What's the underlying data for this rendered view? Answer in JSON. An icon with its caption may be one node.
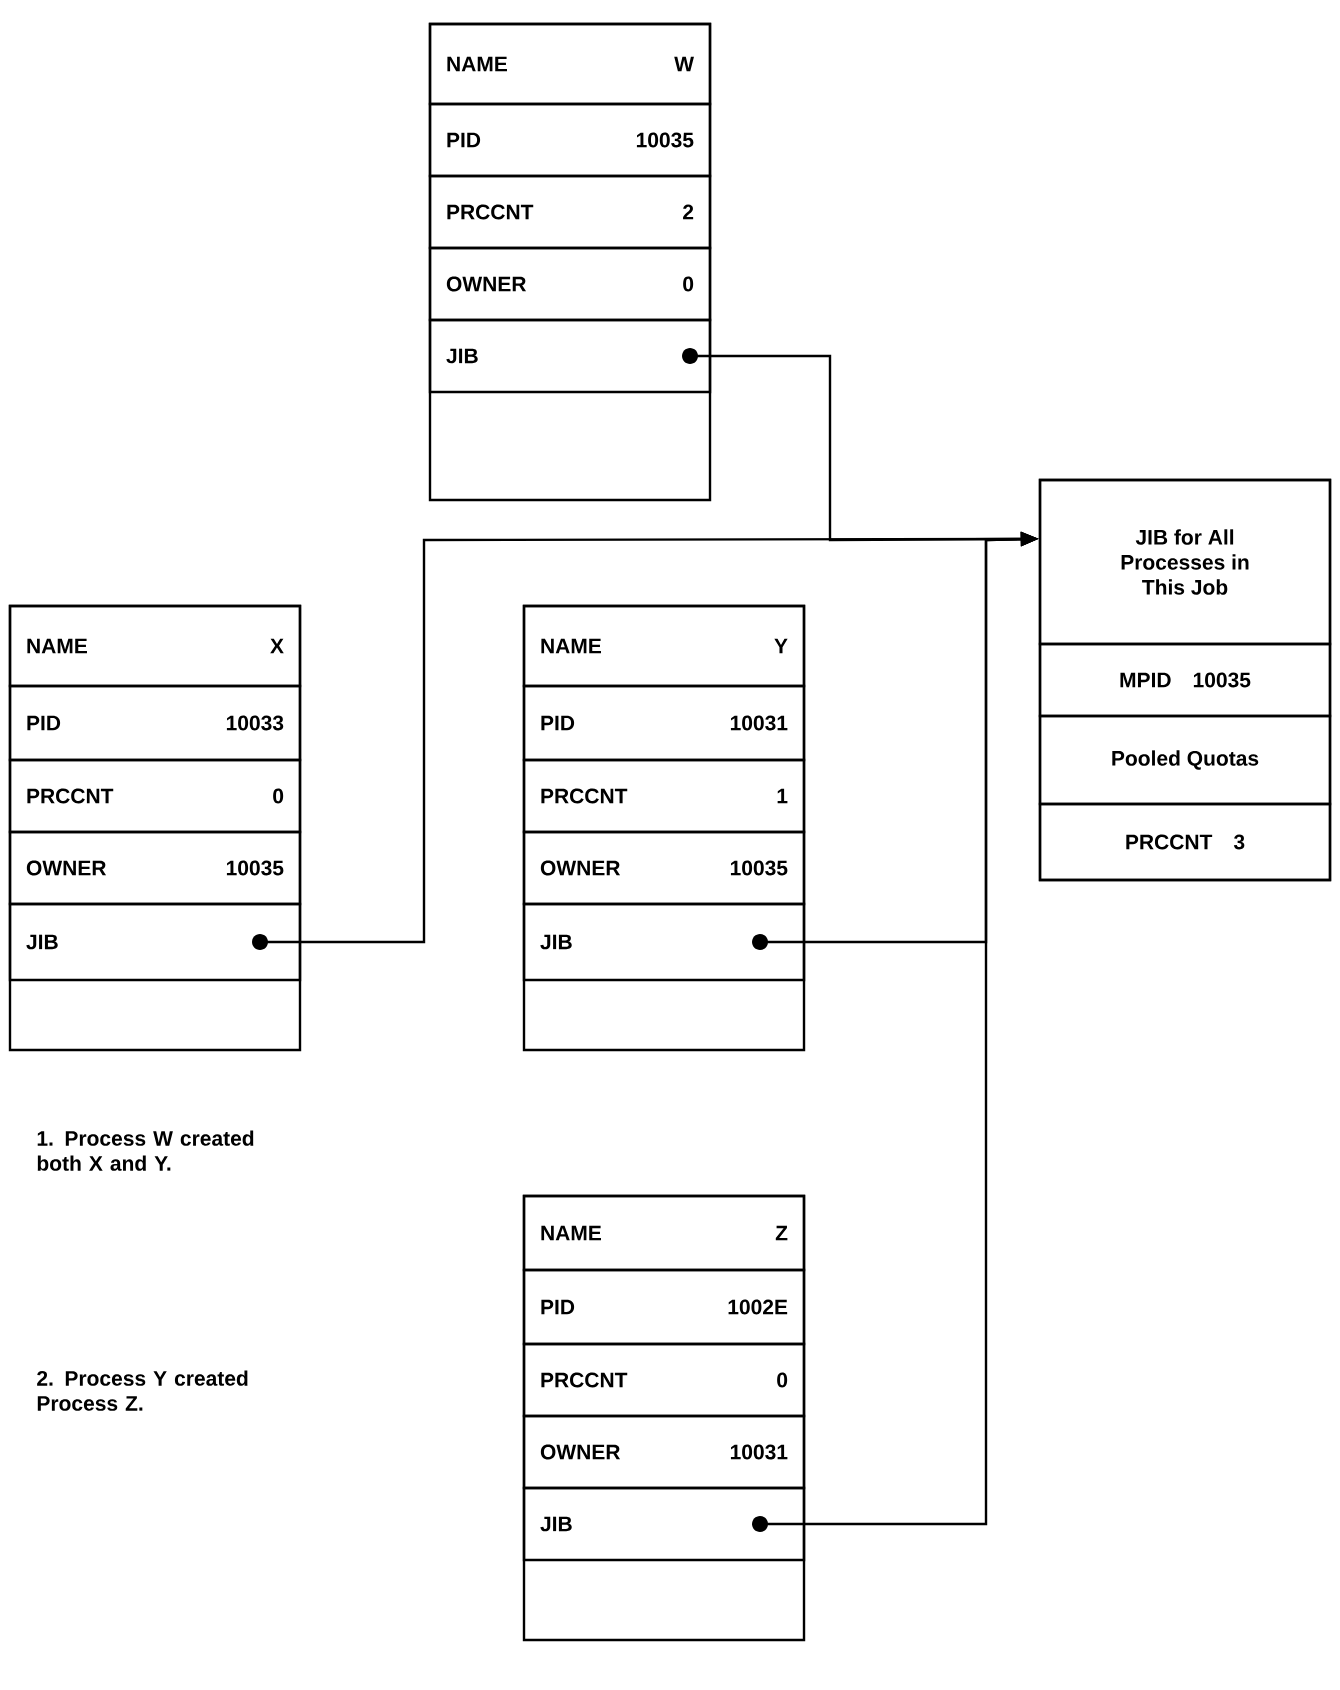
{
  "diagram": {
    "nodes": [
      {
        "text": [],
        "shape": "box"
      },
      {
        "text": [
          "NAME",
          "W"
        ],
        "in": 0
      },
      {
        "text": [
          "PID",
          "10035"
        ],
        "in": 0
      },
      {
        "text": [
          "PRCCNT",
          "2"
        ],
        "in": 0
      },
      {
        "text": [
          "OWNER",
          "0"
        ],
        "in": 0
      },
      {
        "text": [
          "JIB"
        ],
        "in": 0
      },
      {
        "text": [],
        "shape": "box"
      },
      {
        "text": [
          "JIB for All Processes in This Job"
        ],
        "in": 6
      },
      {
        "text": [
          "MPID",
          "10035"
        ],
        "in": 6
      },
      {
        "text": [
          "Pooled Quotas"
        ],
        "in": 6
      },
      {
        "text": [
          "PRCCNT",
          "3"
        ],
        "in": 6
      },
      {
        "text": [],
        "shape": "box"
      },
      {
        "text": [
          "NAME",
          "X"
        ],
        "in": 11
      },
      {
        "text": [
          "PID",
          "10033"
        ],
        "in": 11
      },
      {
        "text": [
          "PRCCNT",
          "0"
        ],
        "in": 11
      },
      {
        "text": [
          "OWNER",
          "10035"
        ],
        "in": 11
      },
      {
        "text": [
          "JIB"
        ],
        "in": 11
      },
      {
        "text": [],
        "shape": "box"
      },
      {
        "text": [
          "NAME",
          "Y"
        ],
        "in": 17
      },
      {
        "text": [
          "PID",
          "10031"
        ],
        "in": 17
      },
      {
        "text": [
          "PRCCNT",
          "1"
        ],
        "in": 17
      },
      {
        "text": [
          "OWNER",
          "10035"
        ],
        "in": 17
      },
      {
        "text": [
          "JIB"
        ],
        "in": 17
      },
      {
        "text": [],
        "shape": "box"
      },
      {
        "text": [
          "NAME",
          "Z"
        ],
        "in": 23
      },
      {
        "text": [
          "PID",
          "1002E"
        ],
        "in": 23
      },
      {
        "text": [
          "PRCCNT",
          "0"
        ],
        "in": 23
      },
      {
        "text": [
          "OWNER",
          "10031"
        ],
        "in": 23
      },
      {
        "text": [
          "JIB"
        ],
        "in": 23
      }
    ],
    "edges": [
      {
        "from": 5,
        "to": 6,
        "arrow": "to"
      },
      {
        "from": 16,
        "to": 6,
        "arrow": "to"
      },
      {
        "from": 22,
        "to": 6,
        "arrow": "to"
      },
      {
        "from": 28,
        "to": 6,
        "arrow": "to"
      }
    ],
    "labels": [
      "1. Process W created both X and Y.",
      "2. Process Y created Process Z."
    ]
  }
}
